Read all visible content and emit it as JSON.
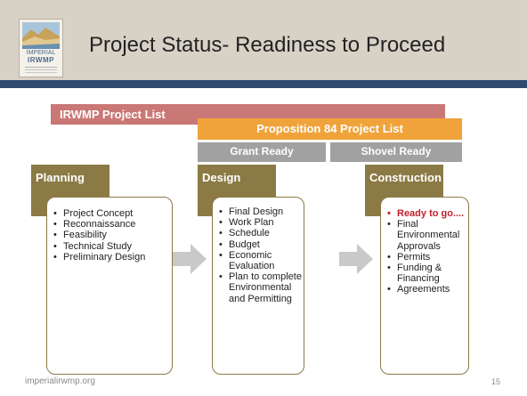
{
  "header": {
    "title": "Project Status- Readiness to Proceed",
    "logo": {
      "line1": "IMPERIAL",
      "line2": "IRWMP"
    }
  },
  "bars": {
    "irwmp": "IRWMP Project List",
    "prop84": "Proposition 84 Project List",
    "grant_ready": "Grant Ready",
    "shovel_ready": "Shovel Ready"
  },
  "stages": [
    {
      "title": "Planning",
      "items": [
        "Project Concept",
        "Reconnaissance",
        "Feasibility",
        "Technical Study",
        "Preliminary Design"
      ]
    },
    {
      "title": "Design",
      "items": [
        "Final Design",
        "Work Plan",
        "Schedule",
        "Budget",
        "Economic Evaluation",
        "Plan to complete Environmental and Permitting"
      ]
    },
    {
      "title": "Construction",
      "items": [
        "Ready to go....",
        "Final Environmental Approvals",
        "Permits",
        "Funding & Financing",
        "Agreements"
      ]
    }
  ],
  "footer": {
    "site": "imperialirwmp.org",
    "page": "15"
  },
  "colors": {
    "header_bg": "#d8d2c6",
    "header_band": "#2f4a6e",
    "irwmp_bar": "#c97876",
    "prop84_bar": "#efa33a",
    "ready_bar": "#a1a1a1",
    "stage_olive": "#8b7a45",
    "highlight_red": "#c0202a",
    "arrow_gray": "#c9c9c9"
  }
}
